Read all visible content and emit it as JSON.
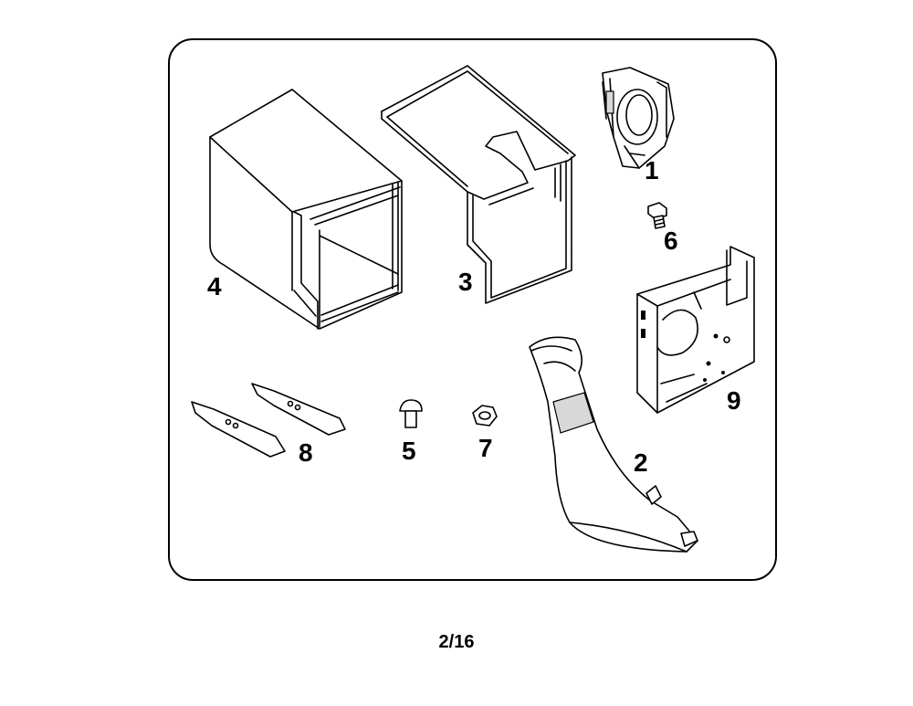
{
  "parts": [
    {
      "id": "part-1",
      "number": "1"
    },
    {
      "id": "part-2",
      "number": "2"
    },
    {
      "id": "part-3",
      "number": "3"
    },
    {
      "id": "part-4",
      "number": "4"
    },
    {
      "id": "part-5",
      "number": "5"
    },
    {
      "id": "part-6",
      "number": "6"
    },
    {
      "id": "part-7",
      "number": "7"
    },
    {
      "id": "part-8",
      "number": "8"
    },
    {
      "id": "part-9",
      "number": "9"
    }
  ],
  "page_number": "2/16"
}
